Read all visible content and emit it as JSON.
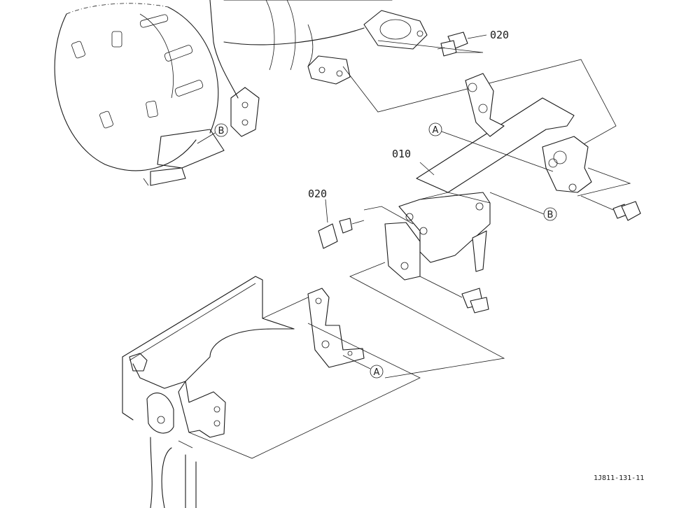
{
  "parts": {
    "bracket_main": "010",
    "bolt_upper": "020",
    "bolt_left": "020"
  },
  "callouts": {
    "a_upper": "A",
    "a_lower": "A",
    "b_left": "B",
    "b_right": "B"
  },
  "reference": "1J811-131-11"
}
